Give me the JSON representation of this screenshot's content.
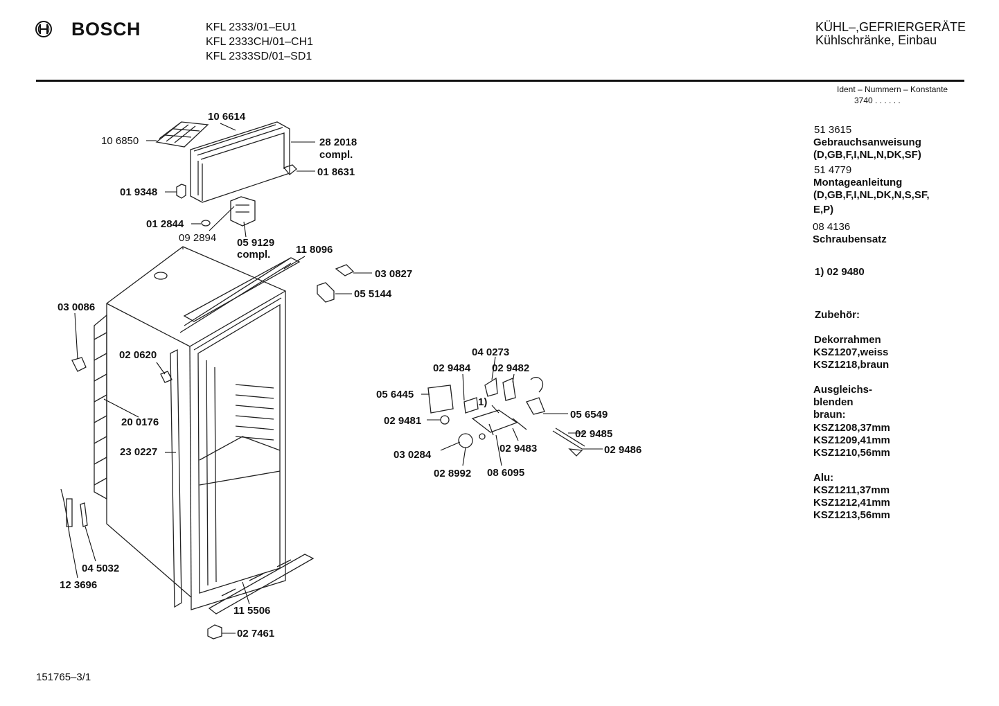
{
  "header": {
    "brand": "BOSCH",
    "models": [
      "KFL 2333/01–EU1",
      "KFL 2333CH/01–CH1",
      "KFL 2333SD/01–SD1"
    ],
    "category": "KÜHL–,GEFRIERGERÄTE",
    "subcategory": "Kühlschränke, Einbau"
  },
  "ident": {
    "title": "Ident – Nummern – Konstante",
    "value": "3740  .  .   .  .  .  ."
  },
  "sidebar": {
    "items": [
      {
        "num": "51 3615",
        "text": "Gebrauchsanweisung"
      },
      {
        "text": "(D,GB,F,I,NL,N,DK,SF)"
      },
      {
        "num": "51 4779",
        "text": "Montageanleitung"
      },
      {
        "text": "(D,GB,F,I,NL,DK,N,S,SF,"
      },
      {
        "text": "E,P)"
      },
      {
        "num": "08 4136",
        "text": "Schraubensatz"
      },
      {
        "text": "1)  02 9480"
      },
      {
        "text": "Zubehör:"
      },
      {
        "text": "Dekorrahmen"
      },
      {
        "text": "KSZ1207,weiss"
      },
      {
        "text": "KSZ1218,braun"
      },
      {
        "text": "Ausgleichs-"
      },
      {
        "text": "blenden"
      },
      {
        "text": "braun:"
      },
      {
        "text": "KSZ1208,37mm"
      },
      {
        "text": "KSZ1209,41mm"
      },
      {
        "text": "KSZ1210,56mm"
      },
      {
        "text": "Alu:"
      },
      {
        "text": "KSZ1211,37mm"
      },
      {
        "text": "KSZ1212,41mm"
      },
      {
        "text": "KSZ1213,56mm"
      }
    ]
  },
  "parts": [
    {
      "id": "10 6614"
    },
    {
      "id": "10 6850"
    },
    {
      "id": "28 2018"
    },
    {
      "id": "compl."
    },
    {
      "id": "01 8631"
    },
    {
      "id": "01 9348"
    },
    {
      "id": "01 2844"
    },
    {
      "id": "09 2894"
    },
    {
      "id": "05 9129"
    },
    {
      "id": "compl."
    },
    {
      "id": "11 8096"
    },
    {
      "id": "03 0827"
    },
    {
      "id": "05 5144"
    },
    {
      "id": "03 0086"
    },
    {
      "id": "02 0620"
    },
    {
      "id": "20 0176"
    },
    {
      "id": "23 0227"
    },
    {
      "id": "04 5032"
    },
    {
      "id": "12 3696"
    },
    {
      "id": "11 5506"
    },
    {
      "id": "02 7461"
    },
    {
      "id": "04 0273"
    },
    {
      "id": "02 9484"
    },
    {
      "id": "02 9482"
    },
    {
      "id": "05 6445"
    },
    {
      "id": "1)"
    },
    {
      "id": "05 6549"
    },
    {
      "id": "02 9481"
    },
    {
      "id": "02 9485"
    },
    {
      "id": "02 9483"
    },
    {
      "id": "03 0284"
    },
    {
      "id": "02 9486"
    },
    {
      "id": "02 8992"
    },
    {
      "id": "08 6095"
    }
  ],
  "footer": {
    "code": "151765–3/1"
  }
}
